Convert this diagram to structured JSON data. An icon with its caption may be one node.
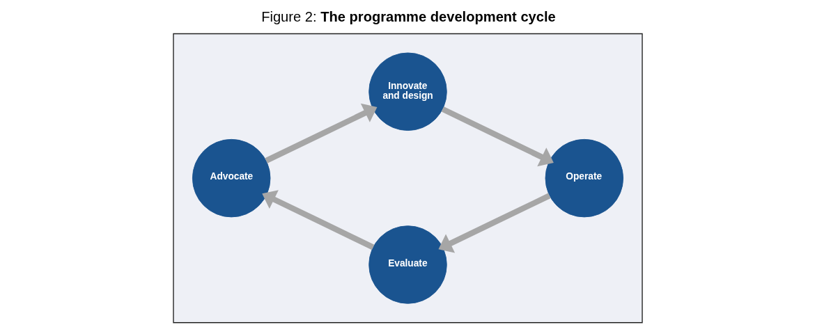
{
  "diagram": {
    "title": "Figure 2: **The programme development cycle**",
    "nodes": [
      {
        "text": [],
        "shape": "box"
      },
      {
        "text": [
          "Innovate and design"
        ],
        "in": 0
      },
      {
        "text": [
          "Advocate"
        ],
        "in": 0
      },
      {
        "text": [
          "Operate"
        ],
        "in": 0
      },
      {
        "text": [
          "Evaluate"
        ],
        "in": 0
      }
    ],
    "edges": [
      {
        "from": 2,
        "to": 1,
        "arrow": "to"
      },
      {
        "from": 1,
        "to": 3,
        "arrow": "to"
      },
      {
        "from": 3,
        "to": 4,
        "arrow": "to"
      },
      {
        "from": 4,
        "to": 2,
        "arrow": "to"
      }
    ]
  }
}
